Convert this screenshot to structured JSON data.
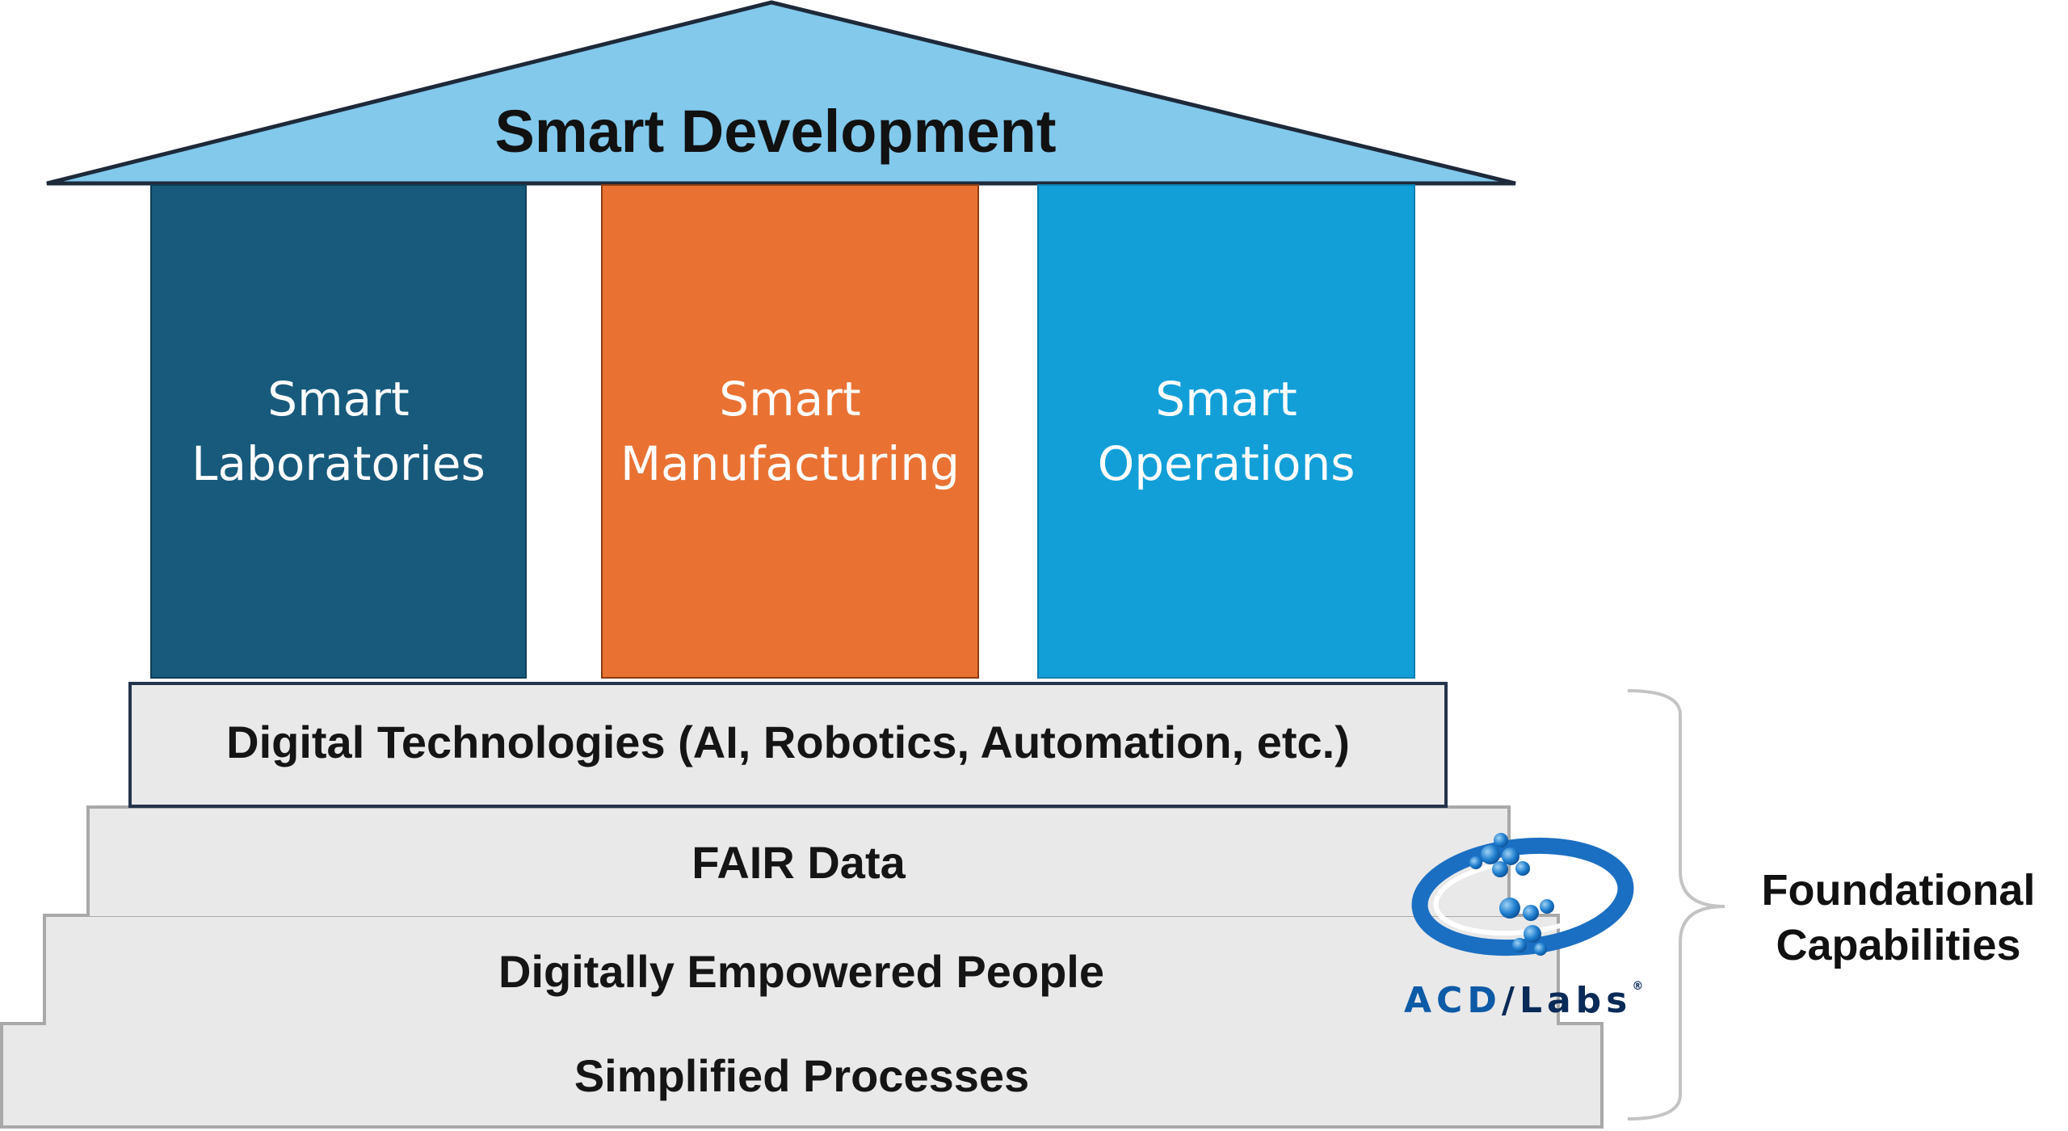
{
  "roof": {
    "title": "Smart Development",
    "color": "#82c9ec"
  },
  "pillars": [
    {
      "line1": "Smart",
      "line2": "Laboratories",
      "color": "#175a7c"
    },
    {
      "line1": "Smart",
      "line2": "Manufacturing",
      "color": "#e97233"
    },
    {
      "line1": "Smart",
      "line2": "Operations",
      "color": "#129fd8"
    }
  ],
  "foundation": {
    "steps": [
      "Digital Technologies (AI, Robotics, Automation, etc.)",
      "FAIR Data",
      "Digitally Empowered People",
      "Simplified Processes"
    ],
    "label_line1": "Foundational",
    "label_line2": "Capabilities",
    "step_color": "#e9e9e9"
  },
  "logo": {
    "prefix": "ACD",
    "slash": "/",
    "suffix": "Labs",
    "mark": "®"
  }
}
